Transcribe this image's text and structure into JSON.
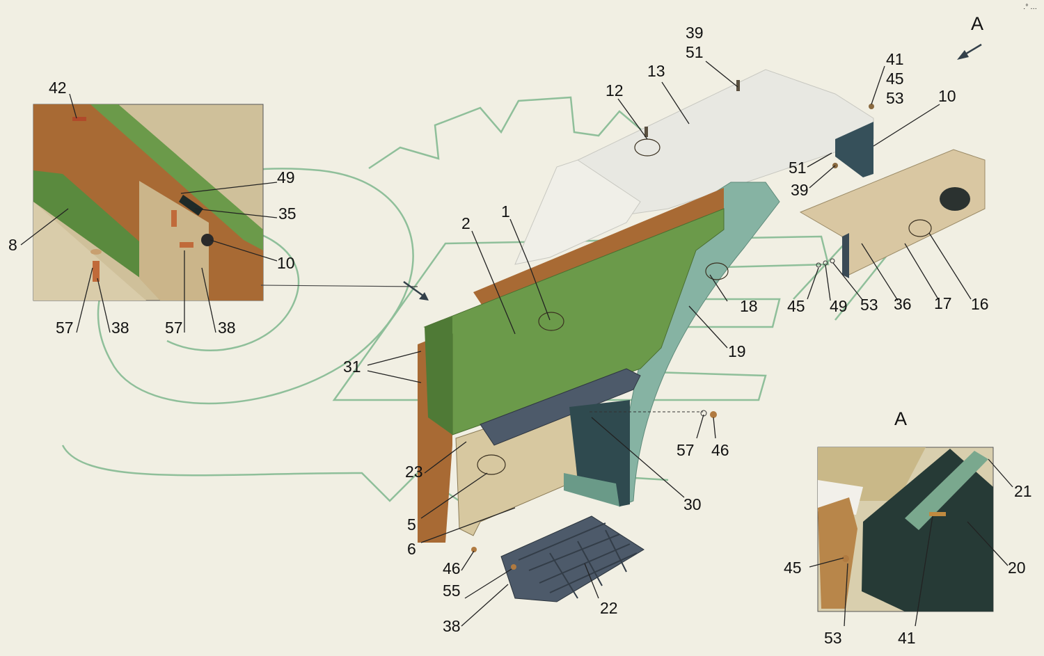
{
  "view_labels": {
    "top_a": "A",
    "detail_a": "A"
  },
  "corner_mark": "․° …",
  "callouts": {
    "c1": "1",
    "c2": "2",
    "c5": "5",
    "c6": "6",
    "c8": "8",
    "c10_main": "10",
    "c10_inset": "10",
    "c12": "12",
    "c13": "13",
    "c16": "16",
    "c17": "17",
    "c18": "18",
    "c19": "19",
    "c20": "20",
    "c21": "21",
    "c22": "22",
    "c23": "23",
    "c30": "30",
    "c31": "31",
    "c35": "35",
    "c36": "36",
    "c38_a": "38",
    "c38_b": "38",
    "c38_c": "38",
    "c39_top": "39",
    "c39_mid": "39",
    "c41_top": "41",
    "c41_det": "41",
    "c42": "42",
    "c45_top": "45",
    "c45_mid": "45",
    "c45_det": "45",
    "c46_a": "46",
    "c46_b": "46",
    "c49_inset": "49",
    "c49_mid": "49",
    "c51_top": "51",
    "c51_mid": "51",
    "c53_top": "53",
    "c53_mid": "53",
    "c53_det": "53",
    "c55": "55",
    "c57_a": "57",
    "c57_b": "57",
    "c57_c": "57"
  },
  "colors": {
    "background": "#f1efe3",
    "panel_green": "#6b9a4a",
    "shield_brown": "#a86a34",
    "fender_teal": "#86b3a3",
    "cover_white": "#e8e8e2",
    "bracket_tan": "#d7c8a0",
    "step_slate": "#4d5a6a",
    "mudflap_dark": "#263a36",
    "watermark": "#8fbf9a"
  }
}
